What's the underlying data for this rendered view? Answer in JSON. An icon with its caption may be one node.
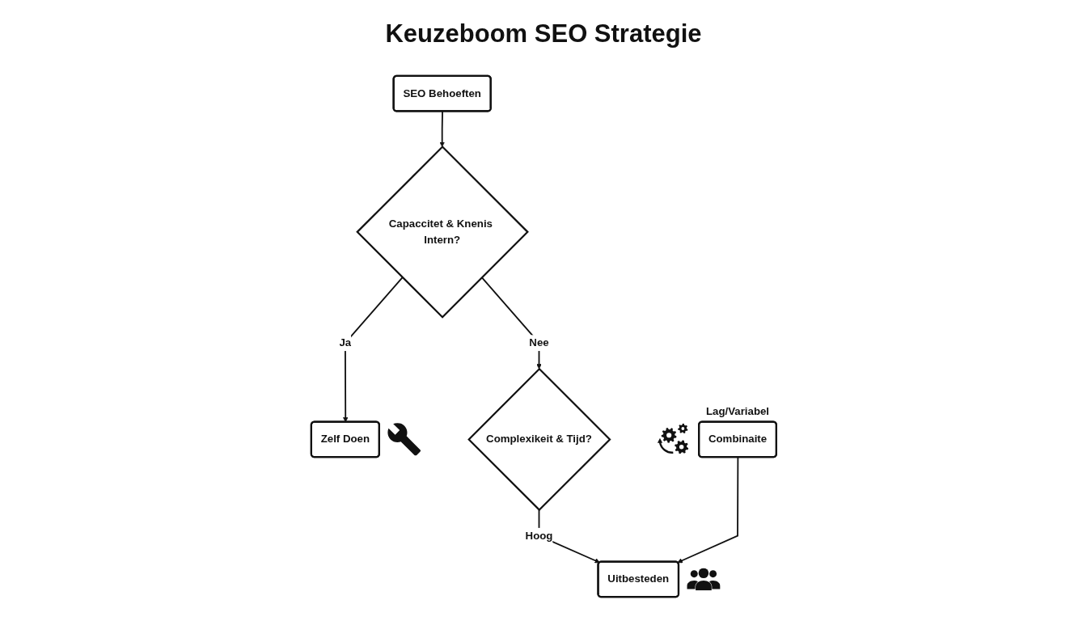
{
  "diagram": {
    "title": "Keuzeboom SEO Strategie",
    "nodes": [
      {
        "text": [
          "SEO Behoeften"
        ]
      },
      {
        "text": [
          "Capaccitet & Knenis Intern?"
        ]
      },
      {
        "text": [
          "Zelf Doen"
        ]
      },
      {
        "text": [
          "Complexikeit & Tijd?"
        ]
      },
      {
        "text": [
          "Combinaite"
        ],
        "beside": [
          "Lag/Variabel"
        ]
      },
      {
        "text": [
          "Uitbesteden"
        ]
      }
    ],
    "edges": [
      {
        "from": 0,
        "to": 1,
        "arrow": "to"
      },
      {
        "from": 1,
        "to": 2,
        "arrow": "to",
        "label": "Ja"
      },
      {
        "from": 1,
        "to": 3,
        "arrow": "to",
        "label": "Nee"
      },
      {
        "from": 3,
        "to": 5,
        "arrow": "to",
        "label": "Hoog"
      },
      {
        "from": 4,
        "to": 5,
        "arrow": "to"
      }
    ]
  }
}
